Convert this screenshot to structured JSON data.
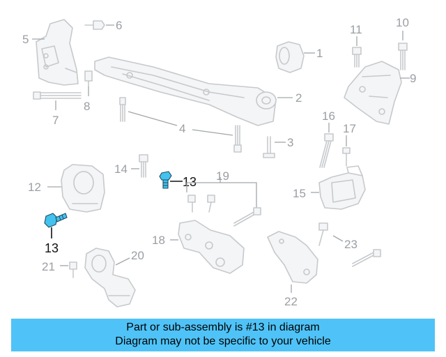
{
  "colors": {
    "banner_background": "#4fc3f7",
    "highlight_part": "#43c2ee",
    "part_line": "#c6c9cc",
    "callout_text": "#9a9ea3"
  },
  "callouts": {
    "c1": "1",
    "c2": "2",
    "c3": "3",
    "c4": "4",
    "c5": "5",
    "c6": "6",
    "c7": "7",
    "c8": "8",
    "c9": "9",
    "c10": "10",
    "c11": "11",
    "c12": "12",
    "c13a": "13",
    "c13b": "13",
    "c14": "14",
    "c15": "15",
    "c16": "16",
    "c17": "17",
    "c18": "18",
    "c19": "19",
    "c20": "20",
    "c21": "21",
    "c22": "22",
    "c23": "23"
  },
  "banner": {
    "line1": "Part or sub-assembly is #13 in diagram",
    "line2": "Diagram may not be specific to your vehicle"
  }
}
